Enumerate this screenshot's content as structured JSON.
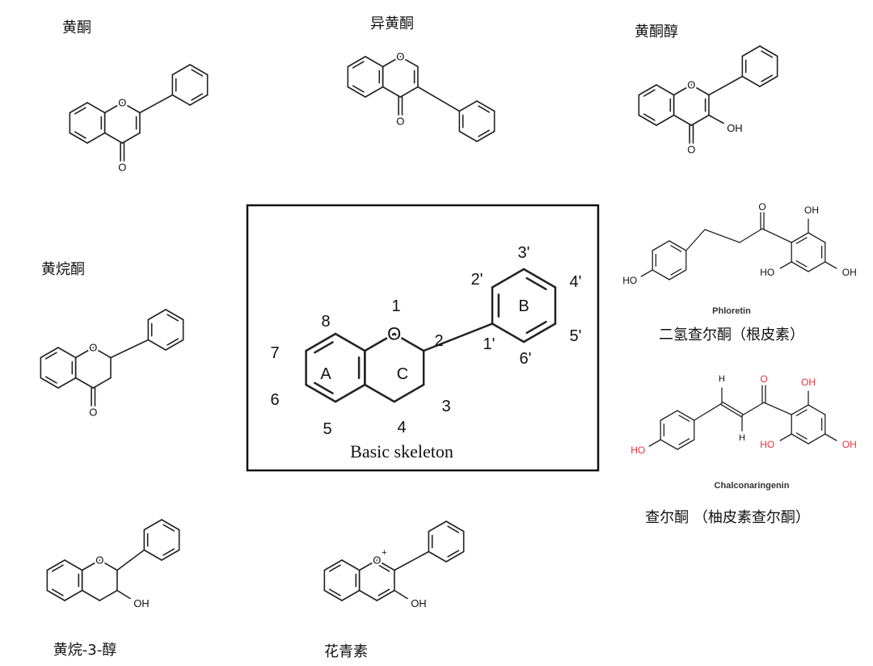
{
  "titles": {
    "flavone": "黄酮",
    "isoflavone": "异黄酮",
    "flavonol": "黄酮醇",
    "flavanone": "黄烷酮",
    "flavan3ol": "黄烷-3-醇",
    "anthocyanidin": "花青素",
    "dihydrochalcone_en": "Phloretin",
    "dihydrochalcone_cn": "二氢查尔酮（根皮素）",
    "chalcone_en": "Chalconaringenin",
    "chalcone_cn": "查尔酮 （柚皮素查尔酮）"
  },
  "skeleton": {
    "caption": "Basic skeleton",
    "positions": {
      "p1": "1",
      "p2": "2",
      "p3": "3",
      "p4": "4",
      "p5": "5",
      "p6": "6",
      "p7": "7",
      "p8": "8",
      "p1p": "1'",
      "p2p": "2'",
      "p3p": "3'",
      "p4p": "4'",
      "p5p": "5'",
      "p6p": "6'"
    },
    "rings": {
      "a": "A",
      "b": "B",
      "c": "C"
    }
  },
  "atoms": {
    "O": "O",
    "OH": "OH",
    "HO": "HO",
    "H": "H",
    "plus": "+"
  },
  "colors": {
    "bond": "#222222",
    "heteroatom_red": "#e8323c",
    "box": "#111111"
  }
}
